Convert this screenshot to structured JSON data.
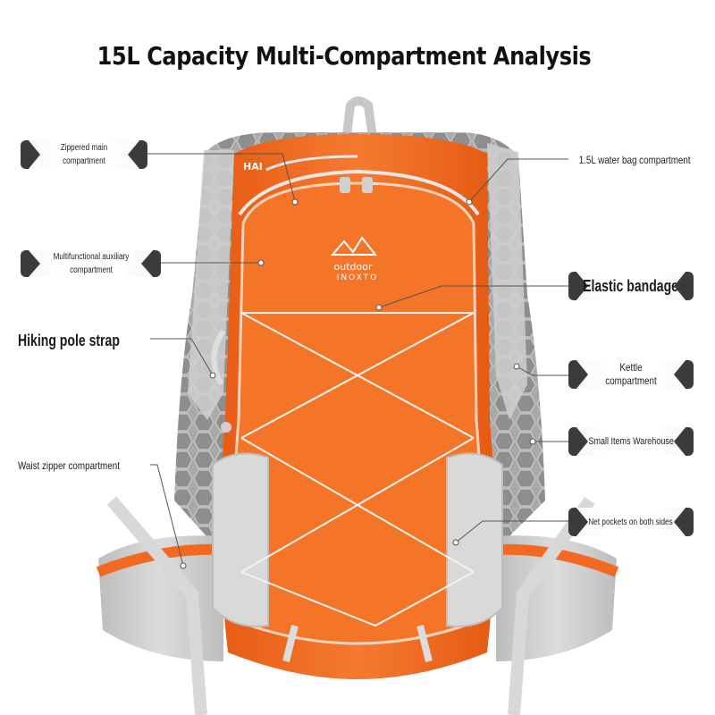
{
  "title": "15L Capacity Multi-Compartment Analysis",
  "brand": {
    "logo_line1": "outdoor",
    "logo_line2": "INOXTO",
    "patch": "HAI"
  },
  "callouts": {
    "zippered_main": "Zippered main compartment",
    "multifunctional": "Multifunctional auxiliary compartment",
    "hiking_pole": "Hiking pole strap",
    "waist_zipper": "Waist zipper compartment",
    "water_bag": "1.5L water bag compartment",
    "elastic": "Elastic bandage",
    "kettle": "Kettle compartment",
    "small_items": "Small Items Warehouse",
    "net_pockets": "Net pockets on both sides"
  },
  "colors": {
    "bag_orange": "#f26a21",
    "bag_grey": "#c9c9c9",
    "mesh_dark": "#9a9a9a",
    "tag_dark": "#3b3b3b"
  }
}
